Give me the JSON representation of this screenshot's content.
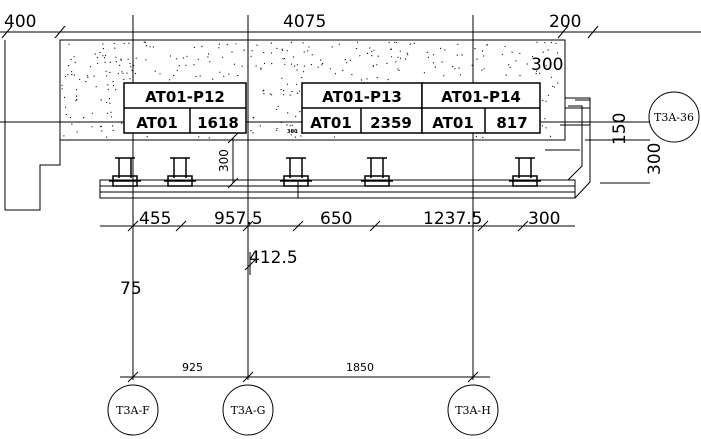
{
  "dimensions": {
    "top": [
      "400",
      "4075",
      "200"
    ],
    "right_top": "300",
    "right_side": [
      "150",
      "300"
    ],
    "bracket_height": "300",
    "bottom_row": [
      "455",
      "957.5",
      "650",
      "1237.5",
      "300"
    ],
    "offset": "412.5",
    "left_small": "75",
    "grid_spacing": [
      "925",
      "1850"
    ],
    "small_note": "300"
  },
  "panels": [
    {
      "code": "AT01-P12",
      "type": "AT01",
      "length": "1618"
    },
    {
      "code": "AT01-P13",
      "type": "AT01",
      "length": "2359"
    },
    {
      "code": "AT01-P14",
      "type": "AT01",
      "length": "817"
    }
  ],
  "grid_bubbles": [
    "T3A-F",
    "T3A-G",
    "T3A-H"
  ],
  "section_bubble": "T3A-36"
}
